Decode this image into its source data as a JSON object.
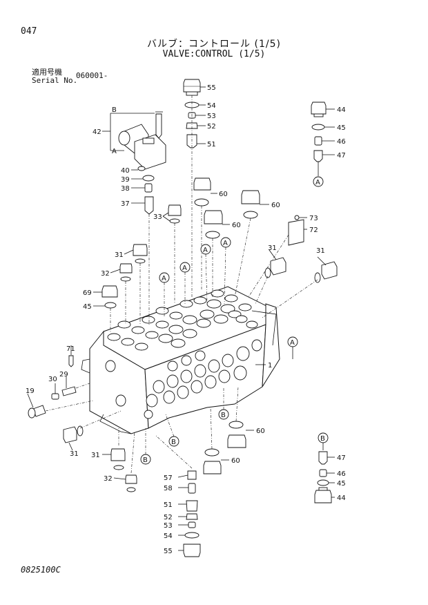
{
  "header": {
    "page_number": "047",
    "title_jp": "バルブ：コントロール (1/5)",
    "title_en": "VALVE:CONTROL (1/5)",
    "serial_label_jp": "適用号機",
    "serial_label_en": "Serial No.",
    "serial_value": "060001-"
  },
  "footer": {
    "drawing_code": "0825100C"
  },
  "callouts": {
    "n55": "55",
    "n54": "54",
    "n53": "53",
    "n52": "52",
    "n51": "51",
    "n44": "44",
    "n45": "45",
    "n46": "46",
    "n47": "47",
    "nB": "B",
    "nA": "A",
    "n42": "42",
    "n40": "40",
    "n39": "39",
    "n38": "38",
    "n37": "37",
    "n60": "60",
    "n33": "33",
    "n73": "73",
    "n72": "72",
    "n31": "31",
    "n32": "32",
    "n69": "69",
    "n71": "71",
    "n30": "30",
    "n29": "29",
    "n19": "19",
    "n1": "1",
    "n57": "57",
    "n58": "58"
  }
}
